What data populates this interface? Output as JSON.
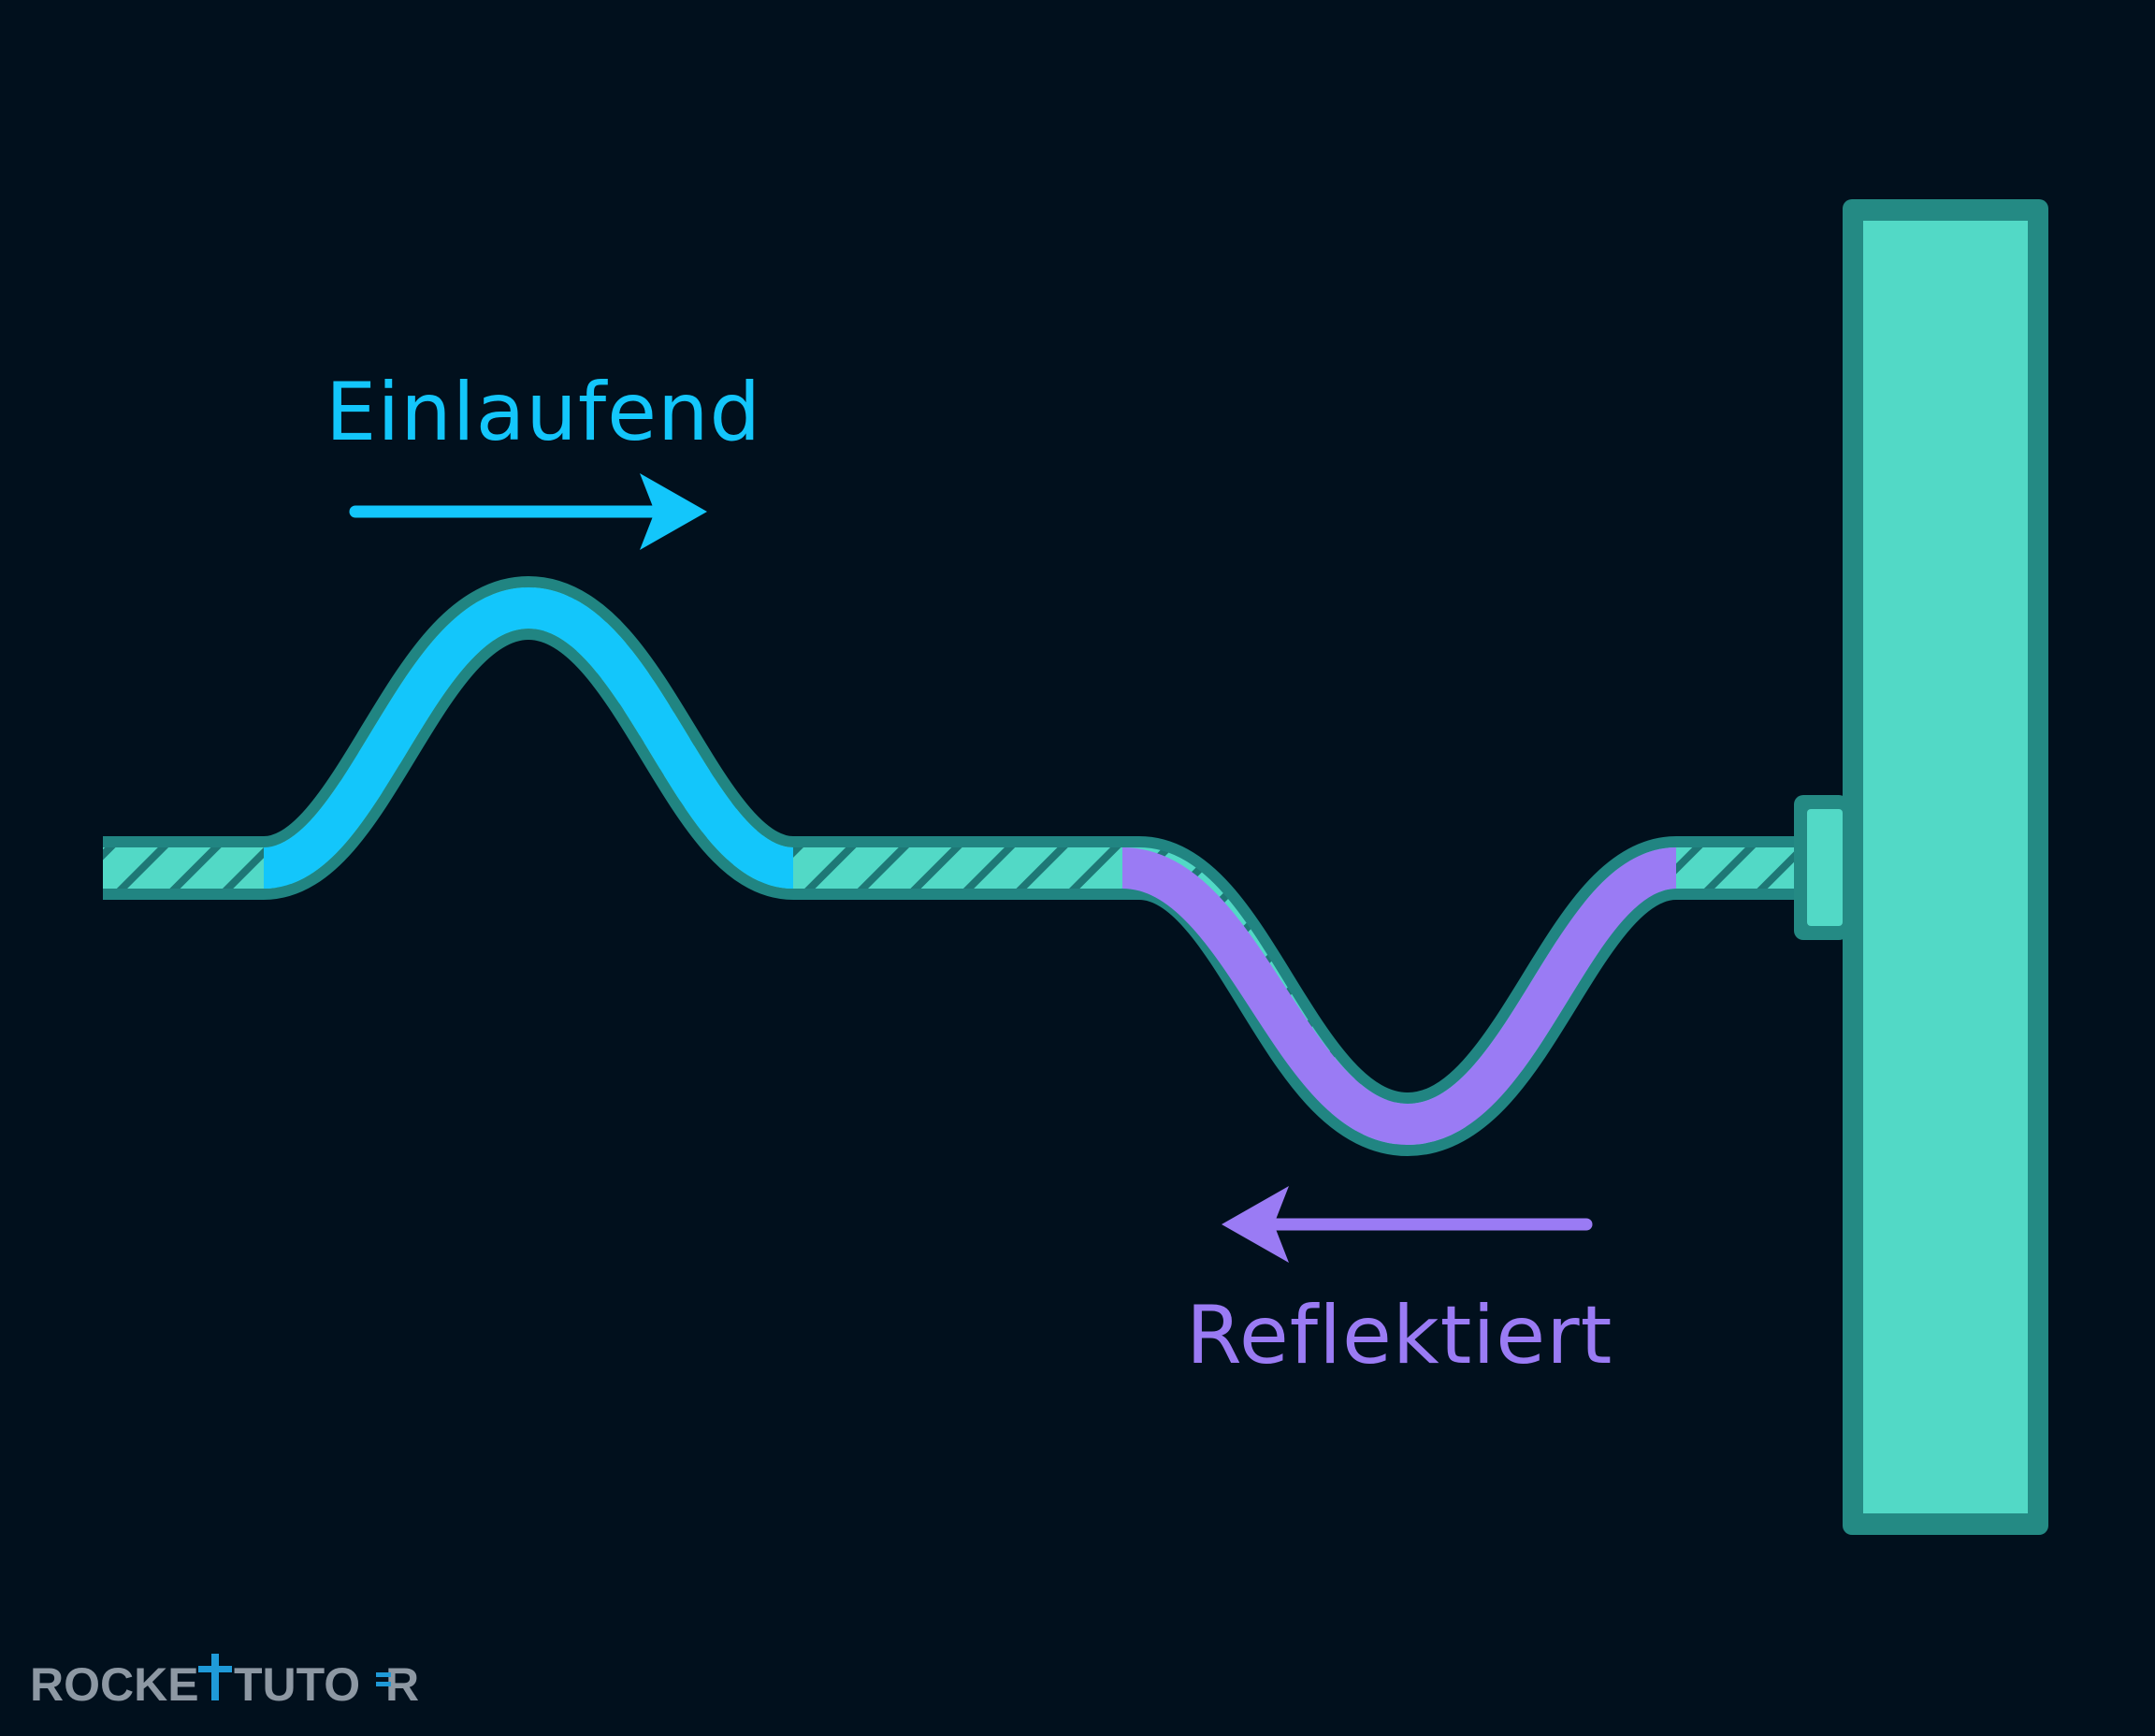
{
  "labels": {
    "incoming": "Einlaufend",
    "reflected": "Reflektiert"
  },
  "logo": {
    "part1": "ROCKE",
    "part2": "TUTO",
    "part3": "R",
    "full_text": "ROCKETTUTOR"
  },
  "icons": {
    "incoming_arrow": "arrow-right-icon",
    "reflected_arrow": "arrow-left-icon"
  },
  "colors": {
    "background": "#01101d",
    "incoming": "#13c6fb",
    "reflected": "#9a7bf4",
    "rope": "#52d9c6",
    "rope_outline": "#218582",
    "wall": "#52d9c6",
    "wall_outline": "#248a84",
    "logo": "#8d98a3",
    "logo_accent": "#1f9ad8"
  }
}
